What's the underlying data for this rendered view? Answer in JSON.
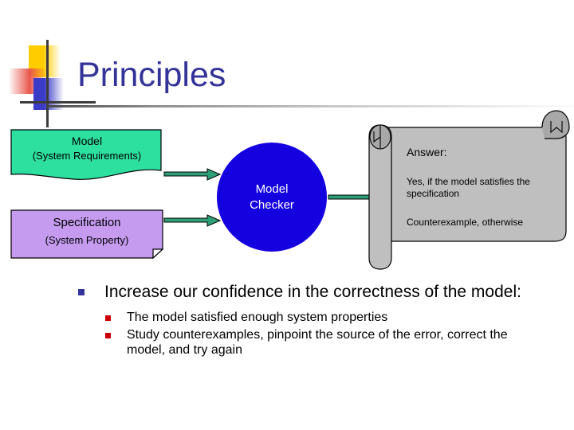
{
  "slide": {
    "title": "Principles",
    "title_color": "#333399"
  },
  "diagram": {
    "model_box": {
      "title": "Model",
      "subtitle": "(System Requirements)",
      "fill": "#2ee0a0",
      "shape": "wave"
    },
    "spec_box": {
      "title": "Specification",
      "subtitle": "(System Property)",
      "fill": "#c59bf0",
      "shape": "folded-corner-document"
    },
    "checker": {
      "line1": "Model",
      "line2": "Checker",
      "fill": "#1500e0",
      "text_color": "#ffffff",
      "shape": "ellipse"
    },
    "answer_scroll": {
      "heading": "Answer:",
      "line1": "Yes, if the model satisfies the specification",
      "line2": "Counterexample, otherwise",
      "fill": "#bfbfbf",
      "shape": "horizontal-scroll"
    },
    "arrows": [
      {
        "name": "arrow-model-to-checker",
        "color": "#2e9e76"
      },
      {
        "name": "arrow-spec-to-checker",
        "color": "#2e9e76"
      },
      {
        "name": "arrow-checker-to-answer",
        "color": "#2e9e76"
      }
    ]
  },
  "content": {
    "bullet_level1": "Increase our confidence in the correctness of the model:",
    "bullet_level1_marker_color": "#333399",
    "bullet_level2_marker_color": "#cc0000",
    "sub_bullets": [
      "The model satisfied enough system properties",
      "Study counterexamples, pinpoint the source of the error, correct the model, and try again"
    ]
  },
  "decoration": {
    "yellow": "#ffcc00",
    "red": "#e8574d",
    "blue": "#3b3bc8",
    "cross": "#3c3c3c",
    "divider_from": "#4a4a4a",
    "divider_to": "#fbfbfb"
  }
}
